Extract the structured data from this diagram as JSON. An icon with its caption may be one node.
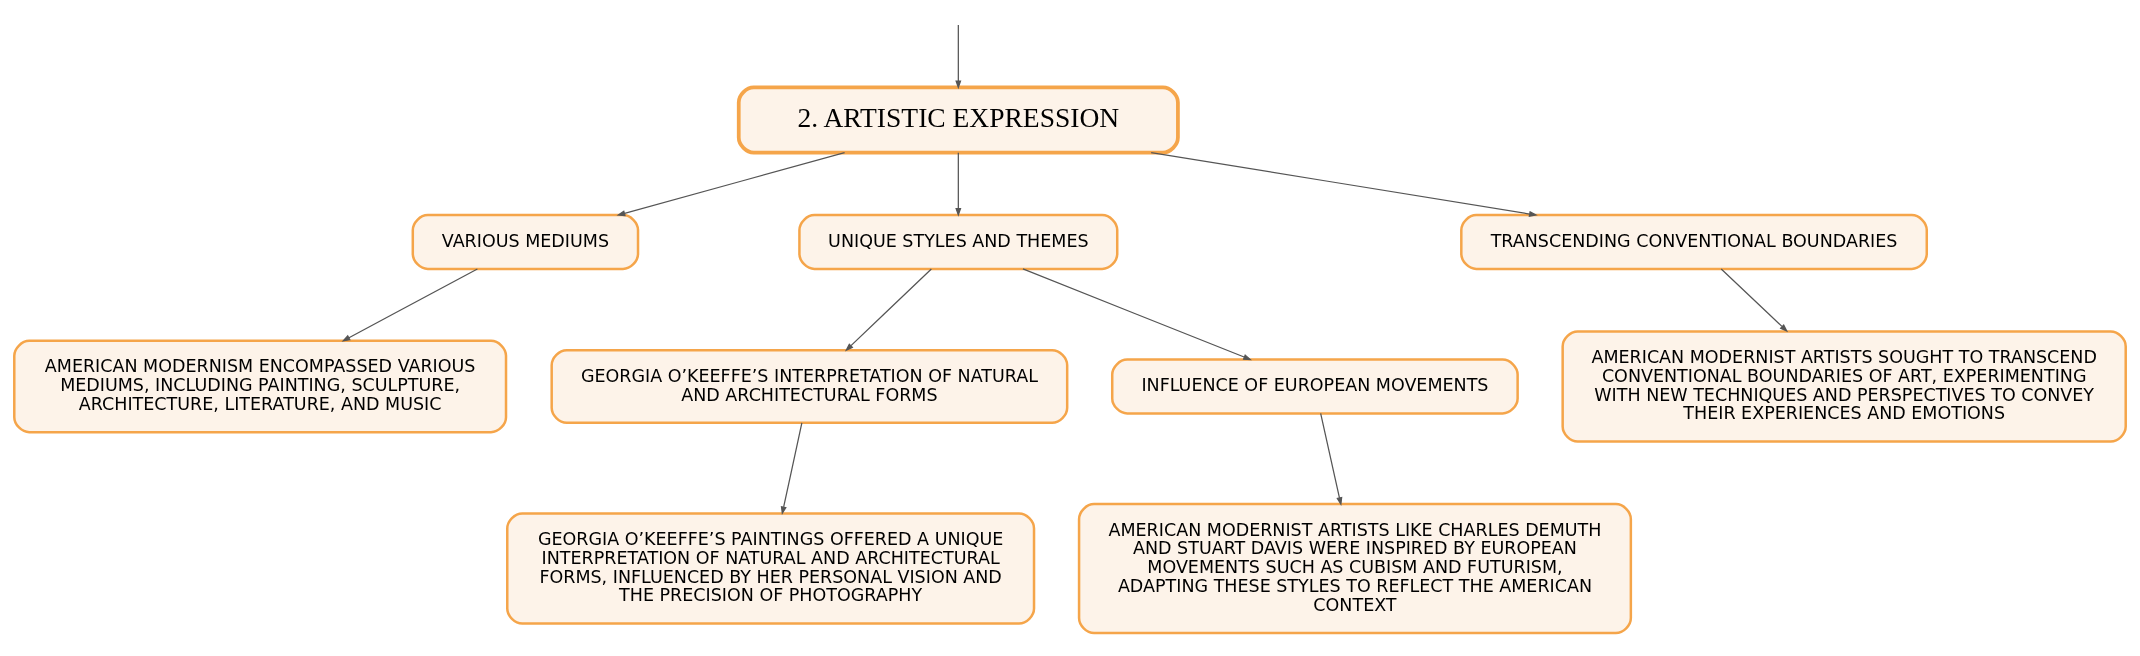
{
  "diagram": {
    "nodes": [
      {
        "text": [
          "2. ARTISTIC EXPRESSION"
        ]
      },
      {
        "text": [
          "VARIOUS MEDIUMS"
        ]
      },
      {
        "text": [
          "UNIQUE STYLES AND THEMES"
        ]
      },
      {
        "text": [
          "TRANSCENDING CONVENTIONAL BOUNDARIES"
        ]
      },
      {
        "text": [
          "AMERICAN MODERNISM ENCOMPASSED VARIOUS MEDIUMS, INCLUDING PAINTING, SCULPTURE, ARCHITECTURE, LITERATURE, AND MUSIC"
        ]
      },
      {
        "text": [
          "GEORGIA O’KEEFFE’S INTERPRETATION OF NATURAL AND ARCHITECTURAL FORMS"
        ]
      },
      {
        "text": [
          "INFLUENCE OF EUROPEAN MOVEMENTS"
        ]
      },
      {
        "text": [
          "GEORGIA O’KEEFFE’S PAINTINGS OFFERED A UNIQUE INTERPRETATION OF NATURAL AND ARCHITECTURAL FORMS, INFLUENCED BY HER PERSONAL VISION AND THE PRECISION OF PHOTOGRAPHY"
        ]
      },
      {
        "text": [
          "AMERICAN MODERNIST ARTISTS LIKE CHARLES DEMUTH AND STUART DAVIS WERE INSPIRED BY EUROPEAN MOVEMENTS SUCH AS CUBISM AND FUTURISM, ADAPTING THESE STYLES TO REFLECT THE AMERICAN CONTEXT"
        ]
      },
      {
        "text": [
          "AMERICAN MODERNIST ARTISTS SOUGHT TO TRANSCEND CONVENTIONAL BOUNDARIES OF ART, EXPERIMENTING WITH NEW TECHNIQUES AND PERSPECTIVES TO CONVEY THEIR EXPERIENCES AND EMOTIONS"
        ]
      }
    ],
    "edges": [
      {
        "from": null,
        "to": 0,
        "arrow": "to"
      },
      {
        "from": 0,
        "to": 1,
        "arrow": "to"
      },
      {
        "from": 0,
        "to": 2,
        "arrow": "to"
      },
      {
        "from": 0,
        "to": 3,
        "arrow": "to"
      },
      {
        "from": 1,
        "to": 4,
        "arrow": "to"
      },
      {
        "from": 2,
        "to": 5,
        "arrow": "to"
      },
      {
        "from": 2,
        "to": 6,
        "arrow": "to"
      },
      {
        "from": 5,
        "to": 7,
        "arrow": "to"
      },
      {
        "from": 6,
        "to": 8,
        "arrow": "to"
      },
      {
        "from": 3,
        "to": 9,
        "arrow": "to"
      }
    ]
  }
}
